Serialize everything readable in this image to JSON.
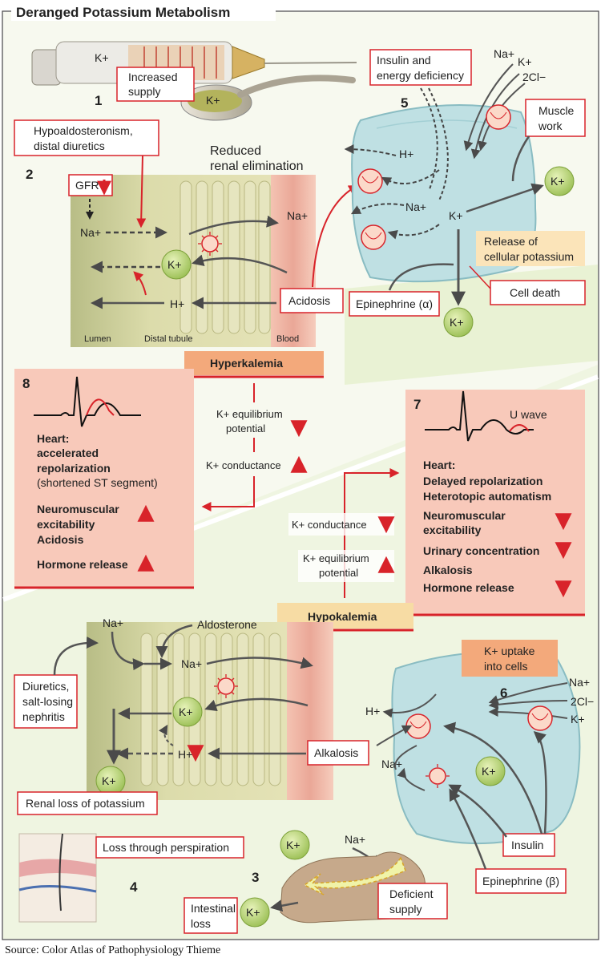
{
  "title": "Deranged Potassium Metabolism",
  "source": "Source: Color Atlas of Pathophysiology Thieme",
  "colors": {
    "red": "#d8232a",
    "pink": "#f6c4b4",
    "green_bg": "#e3efc9",
    "cell": "#b7dbe0",
    "tubule": "#d3d5a2",
    "blood": "#f0b8a8",
    "k_ball": "#b9d37a",
    "hyper_band": "#f3a97b",
    "hypo_band": "#f7dca4"
  },
  "numbers": {
    "n1": "1",
    "n2": "2",
    "n3": "3",
    "n4": "4",
    "n5": "5",
    "n6": "6",
    "n7": "7",
    "n8": "8"
  },
  "ions": {
    "k": "K+",
    "na": "Na+",
    "h": "H+",
    "cl": "2Cl−"
  },
  "top": {
    "increased_supply": [
      "Increased",
      "supply"
    ],
    "hypoaldo": [
      "Hypoaldosteronism,",
      "distal diuretics"
    ],
    "reduced_renal": [
      "Reduced",
      "renal elimination"
    ],
    "gfr": "GFR",
    "insulin_energy": [
      "Insulin and",
      "energy deficiency"
    ],
    "muscle_work": [
      "Muscle",
      "work"
    ],
    "release_cellular": [
      "Release of",
      "cellular potassium"
    ],
    "cell_death": "Cell death",
    "acidosis": "Acidosis",
    "epinephrine_alpha": "Epinephrine (α)",
    "lumen": "Lumen",
    "distal_tubule": "Distal tubule",
    "blood": "Blood"
  },
  "hyperkalemia": {
    "label": "Hyperkalemia",
    "equilibrium": [
      "K+ equilibrium",
      "potential"
    ],
    "conductance": "K+ conductance"
  },
  "box8": {
    "heart": [
      "Heart:",
      "accelerated",
      "repolarization"
    ],
    "st": "(shortened ST segment)",
    "neuro": [
      "Neuromuscular",
      "excitability"
    ],
    "acidosis": "Acidosis",
    "hormone": "Hormone release"
  },
  "box7": {
    "u_wave": "U wave",
    "heart": [
      "Heart:",
      "Delayed repolarization",
      "Heterotopic automatism"
    ],
    "neuro": [
      "Neuromuscular",
      "excitability"
    ],
    "urinary": "Urinary concentration",
    "alkalosis": "Alkalosis",
    "hormone": "Hormone release"
  },
  "hypokalemia": {
    "label": "Hypokalemia",
    "conductance": "K+ conductance",
    "equilibrium": [
      "K+ equilibrium",
      "potential"
    ]
  },
  "bottom": {
    "aldosterone": "Aldosterone",
    "diuretics": [
      "Diuretics,",
      "salt-losing",
      "nephritis"
    ],
    "renal_loss": "Renal loss of potassium",
    "alkalosis": "Alkalosis",
    "k_uptake": [
      "K+ uptake",
      "into cells"
    ],
    "insulin": "Insulin",
    "epinephrine_beta": "Epinephrine (β)",
    "perspiration": "Loss through perspiration",
    "deficient": [
      "Deficient",
      "supply"
    ],
    "intestinal": [
      "Intestinal",
      "loss"
    ]
  }
}
